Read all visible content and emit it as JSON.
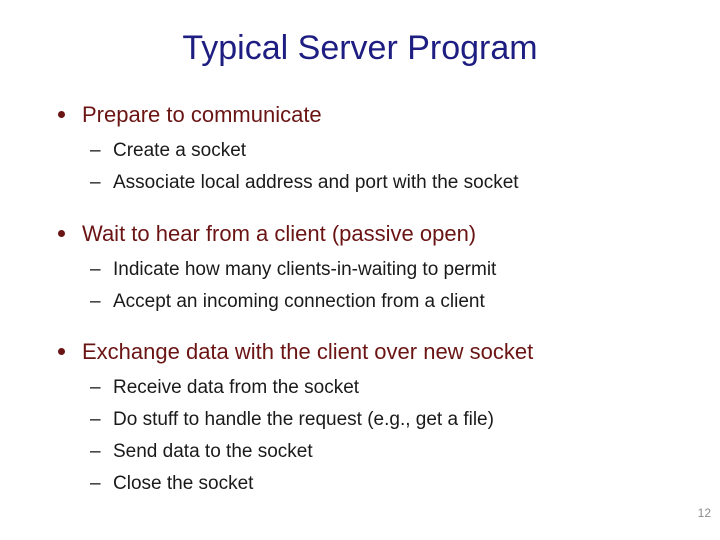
{
  "slide": {
    "title": "Typical Server Program",
    "page_number": "12",
    "markers": {
      "l1": "•",
      "l2": "–"
    },
    "colors": {
      "background": "#ffffff",
      "title": "#1e1e82",
      "heading": "#6b1414",
      "body": "#1a1a1a",
      "page_number": "#8c8c8c"
    },
    "sections": [
      {
        "heading": "Prepare to communicate",
        "items": [
          "Create a socket",
          "Associate local address and port with the socket"
        ]
      },
      {
        "heading": "Wait to hear from a client (passive open)",
        "items": [
          "Indicate how many clients-in-waiting to permit",
          "Accept an incoming connection from a client"
        ]
      },
      {
        "heading": "Exchange data with the client over new socket",
        "items": [
          "Receive data from the socket",
          "Do stuff to handle the request (e.g., get a file)",
          "Send data to the socket",
          "Close the socket"
        ]
      }
    ]
  }
}
